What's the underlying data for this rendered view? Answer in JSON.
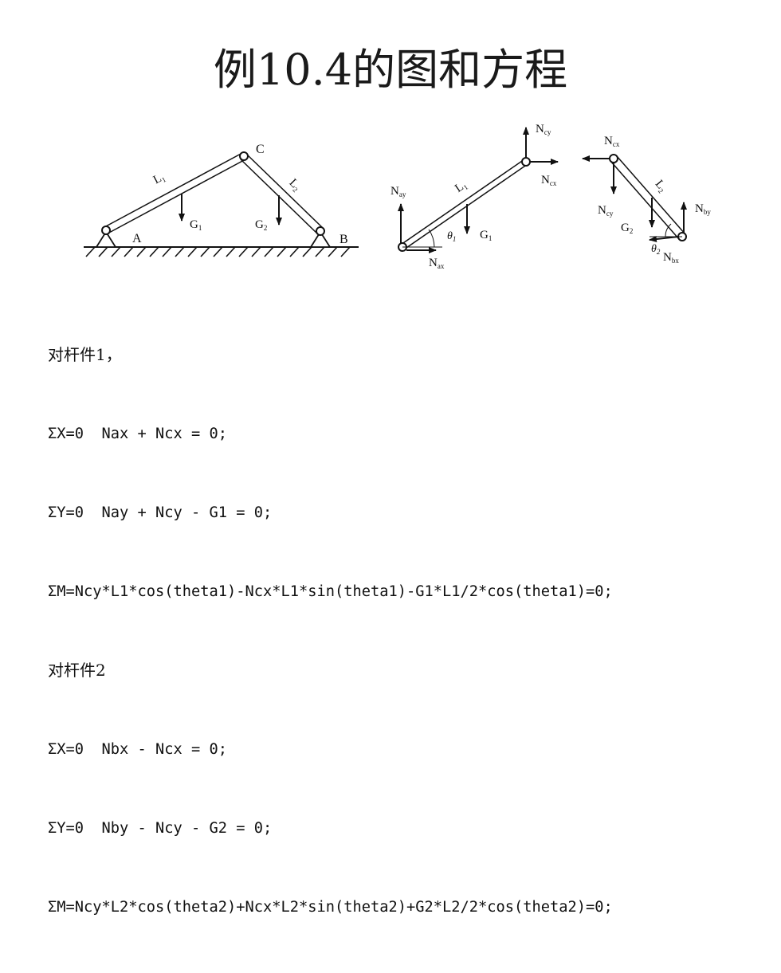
{
  "title": "例10.4的图和方程",
  "figure1": {
    "labels": {
      "C": "C",
      "A": "A",
      "B": "B",
      "L1": {
        "base": "L",
        "sub": "1"
      },
      "L2": {
        "base": "L",
        "sub": "2"
      },
      "G1": {
        "base": "G",
        "sub": "1"
      },
      "G2": {
        "base": "G",
        "sub": "2"
      }
    }
  },
  "figure2": {
    "labels": {
      "Ncy": {
        "base": "N",
        "sub": "cy"
      },
      "Ncx": {
        "base": "N",
        "sub": "cx"
      },
      "Nay": {
        "base": "N",
        "sub": "ay"
      },
      "Nax": {
        "base": "N",
        "sub": "ax"
      },
      "L1": {
        "base": "L",
        "sub": "1"
      },
      "G1": {
        "base": "G",
        "sub": "1"
      },
      "theta1": {
        "base": "θ",
        "sub": "1"
      }
    }
  },
  "figure3": {
    "labels": {
      "Ncx": {
        "base": "N",
        "sub": "cx"
      },
      "Ncy": {
        "base": "N",
        "sub": "cy"
      },
      "L2": {
        "base": "L",
        "sub": "2"
      },
      "G2": {
        "base": "G",
        "sub": "2"
      },
      "Nby": {
        "base": "N",
        "sub": "by"
      },
      "Nbx": {
        "base": "N",
        "sub": "bx"
      },
      "theta2": {
        "base": "θ",
        "sub": "2"
      }
    }
  },
  "equations": {
    "member1_heading": "对杆件1，",
    "member1": [
      "ΣX=0  Nax + Ncx = 0;",
      "ΣY=0  Nay + Ncy - G1 = 0;",
      "ΣM=Ncy*L1*cos(theta1)-Ncx*L1*sin(theta1)-G1*L1/2*cos(theta1)=0;"
    ],
    "member2_heading": "对杆件2",
    "member2": [
      "ΣX=0  Nbx - Ncx = 0;",
      "ΣY=0  Nby - Ncy - G2 = 0;",
      "ΣM=Ncy*L2*cos(theta2)+Ncx*L2*sin(theta2)+G2*L2/2*cos(theta2)=0;"
    ]
  }
}
